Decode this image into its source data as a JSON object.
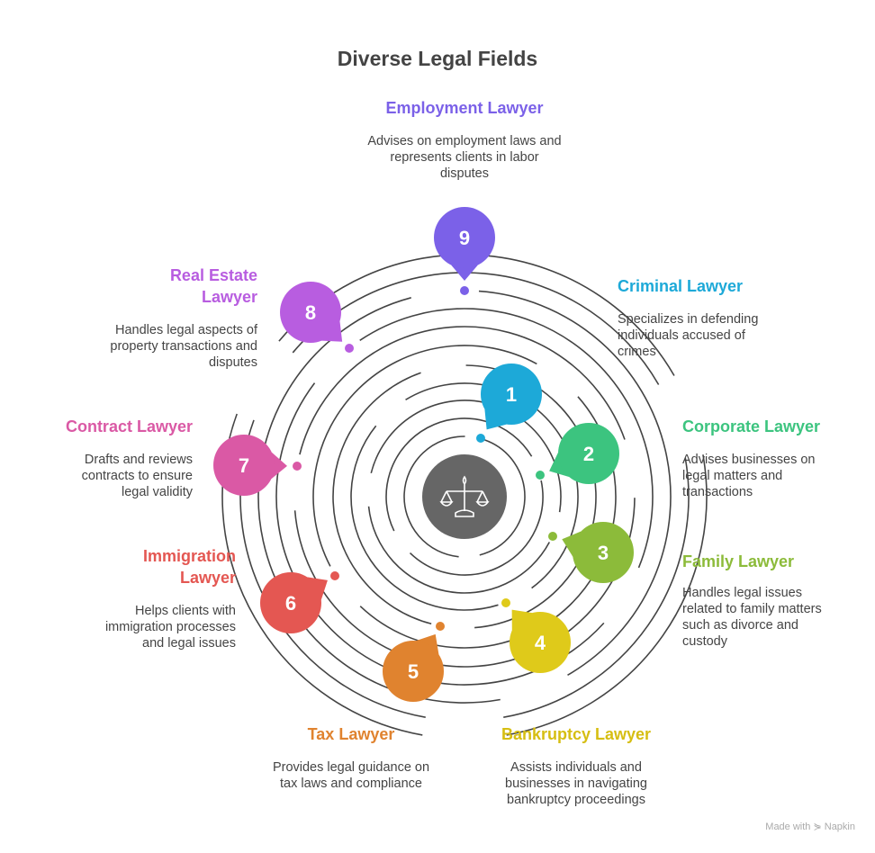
{
  "title": "Diverse Legal Fields",
  "center_icon": "scales-of-justice-icon",
  "footer": "Made with ⋟ Napkin",
  "items": [
    {
      "n": "1",
      "name": "Criminal Lawyer",
      "desc": "Specializes in defending individuals accused of crimes",
      "color": "#1DA9D8"
    },
    {
      "n": "2",
      "name": "Corporate Lawyer",
      "desc": "Advises businesses on legal matters and transactions",
      "color": "#3CC47F"
    },
    {
      "n": "3",
      "name": "Family Lawyer",
      "desc": "Handles legal issues related to family matters such as divorce and custody",
      "color": "#8CBB3A"
    },
    {
      "n": "4",
      "name": "Bankruptcy Lawyer",
      "desc": "Assists individuals and businesses in navigating bankruptcy proceedings",
      "color": "#DFCA1A"
    },
    {
      "n": "5",
      "name": "Tax Lawyer",
      "desc": "Provides legal guidance on tax laws and compliance",
      "color": "#E0832F"
    },
    {
      "n": "6",
      "name": "Immigration Lawyer",
      "desc": "Helps clients with immigration processes and legal issues",
      "color": "#E45752"
    },
    {
      "n": "7",
      "name": "Contract Lawyer",
      "desc": "Drafts and reviews contracts to ensure legal validity",
      "color": "#DA59A5"
    },
    {
      "n": "8",
      "name": "Real Estate Lawyer",
      "desc": "Handles legal aspects of property transactions and disputes",
      "color": "#B85DE0"
    },
    {
      "n": "9",
      "name": "Employment Lawyer",
      "desc": "Advises on employment laws and represents clients in labor disputes",
      "color": "#7B61E8"
    }
  ]
}
